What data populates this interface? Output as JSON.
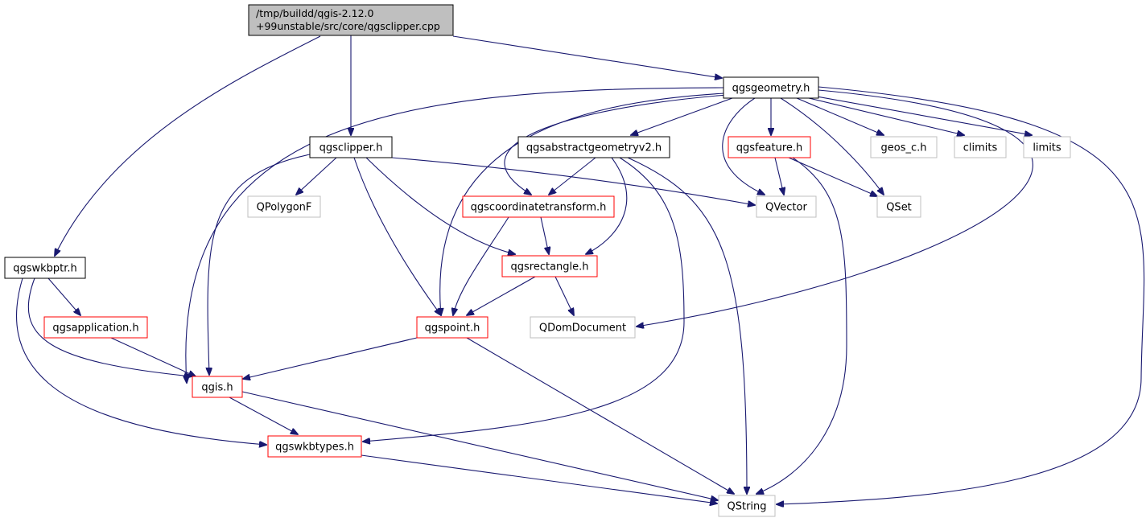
{
  "colors": {
    "edge": "#191970",
    "root_fill": "#bfbfbf",
    "normal_border": "#000000",
    "red_border": "#ff0000",
    "gray_border": "#bfbfbf",
    "background": "#ffffff"
  },
  "nodes": [
    {
      "id": "root",
      "style": "root",
      "lines": [
        "/tmp/buildd/qgis-2.12.0",
        "+99unstable/src/core/qgsclipper.cpp"
      ]
    },
    {
      "id": "qgsgeometry",
      "style": "normal",
      "lines": [
        "qgsgeometry.h"
      ]
    },
    {
      "id": "qgsclipper",
      "style": "normal",
      "lines": [
        "qgsclipper.h"
      ]
    },
    {
      "id": "qgsabstractgeometryv2",
      "style": "normal",
      "lines": [
        "qgsabstractgeometryv2.h"
      ]
    },
    {
      "id": "qgsfeature",
      "style": "red",
      "lines": [
        "qgsfeature.h"
      ]
    },
    {
      "id": "geos_c",
      "style": "gray",
      "lines": [
        "geos_c.h"
      ]
    },
    {
      "id": "climits",
      "style": "gray",
      "lines": [
        "climits"
      ]
    },
    {
      "id": "limits",
      "style": "gray",
      "lines": [
        "limits"
      ]
    },
    {
      "id": "qpolygonf",
      "style": "gray",
      "lines": [
        "QPolygonF"
      ]
    },
    {
      "id": "qgscoordinatetransform",
      "style": "red",
      "lines": [
        "qgscoordinatetransform.h"
      ]
    },
    {
      "id": "qvector",
      "style": "gray",
      "lines": [
        "QVector"
      ]
    },
    {
      "id": "qset",
      "style": "gray",
      "lines": [
        "QSet"
      ]
    },
    {
      "id": "qgswkbptr",
      "style": "normal",
      "lines": [
        "qgswkbptr.h"
      ]
    },
    {
      "id": "qgsrectangle",
      "style": "red",
      "lines": [
        "qgsrectangle.h"
      ]
    },
    {
      "id": "qgsapplication",
      "style": "red",
      "lines": [
        "qgsapplication.h"
      ]
    },
    {
      "id": "qgspoint",
      "style": "red",
      "lines": [
        "qgspoint.h"
      ]
    },
    {
      "id": "qdomdocument",
      "style": "gray",
      "lines": [
        "QDomDocument"
      ]
    },
    {
      "id": "qgis",
      "style": "red",
      "lines": [
        "qgis.h"
      ]
    },
    {
      "id": "qgswkbtypes",
      "style": "red",
      "lines": [
        "qgswkbtypes.h"
      ]
    },
    {
      "id": "qstring",
      "style": "gray",
      "lines": [
        "QString"
      ]
    }
  ],
  "edges": [
    {
      "from": "root",
      "to": "qgsclipper"
    },
    {
      "from": "root",
      "to": "qgsgeometry"
    },
    {
      "from": "root",
      "to": "qgswkbptr"
    },
    {
      "from": "qgsgeometry",
      "to": "qgsabstractgeometryv2"
    },
    {
      "from": "qgsgeometry",
      "to": "qgsfeature"
    },
    {
      "from": "qgsgeometry",
      "to": "geos_c"
    },
    {
      "from": "qgsgeometry",
      "to": "climits"
    },
    {
      "from": "qgsgeometry",
      "to": "limits"
    },
    {
      "from": "qgsgeometry",
      "to": "qvector"
    },
    {
      "from": "qgsgeometry",
      "to": "qset"
    },
    {
      "from": "qgsgeometry",
      "to": "qgscoordinatetransform"
    },
    {
      "from": "qgsgeometry",
      "to": "qgspoint"
    },
    {
      "from": "qgsgeometry",
      "to": "qgis"
    },
    {
      "from": "qgsgeometry",
      "to": "qdomdocument"
    },
    {
      "from": "qgsgeometry",
      "to": "qstring"
    },
    {
      "from": "qgsclipper",
      "to": "qpolygonf"
    },
    {
      "from": "qgsclipper",
      "to": "qvector"
    },
    {
      "from": "qgsclipper",
      "to": "qgsrectangle"
    },
    {
      "from": "qgsclipper",
      "to": "qgspoint"
    },
    {
      "from": "qgsclipper",
      "to": "qgis"
    },
    {
      "from": "qgsabstractgeometryv2",
      "to": "qgscoordinatetransform"
    },
    {
      "from": "qgsabstractgeometryv2",
      "to": "qgsrectangle"
    },
    {
      "from": "qgsabstractgeometryv2",
      "to": "qgswkbtypes"
    },
    {
      "from": "qgsabstractgeometryv2",
      "to": "qstring"
    },
    {
      "from": "qgsfeature",
      "to": "qvector"
    },
    {
      "from": "qgsfeature",
      "to": "qset"
    },
    {
      "from": "qgsfeature",
      "to": "qstring"
    },
    {
      "from": "qgscoordinatetransform",
      "to": "qgsrectangle"
    },
    {
      "from": "qgscoordinatetransform",
      "to": "qgspoint"
    },
    {
      "from": "qgsrectangle",
      "to": "qgspoint"
    },
    {
      "from": "qgsrectangle",
      "to": "qdomdocument"
    },
    {
      "from": "qgswkbptr",
      "to": "qgsapplication"
    },
    {
      "from": "qgswkbptr",
      "to": "qgis"
    },
    {
      "from": "qgswkbptr",
      "to": "qgswkbtypes"
    },
    {
      "from": "qgsapplication",
      "to": "qgis"
    },
    {
      "from": "qgspoint",
      "to": "qgis"
    },
    {
      "from": "qgspoint",
      "to": "qstring"
    },
    {
      "from": "qgis",
      "to": "qgswkbtypes"
    },
    {
      "from": "qgis",
      "to": "qstring"
    },
    {
      "from": "qgswkbtypes",
      "to": "qstring"
    }
  ]
}
